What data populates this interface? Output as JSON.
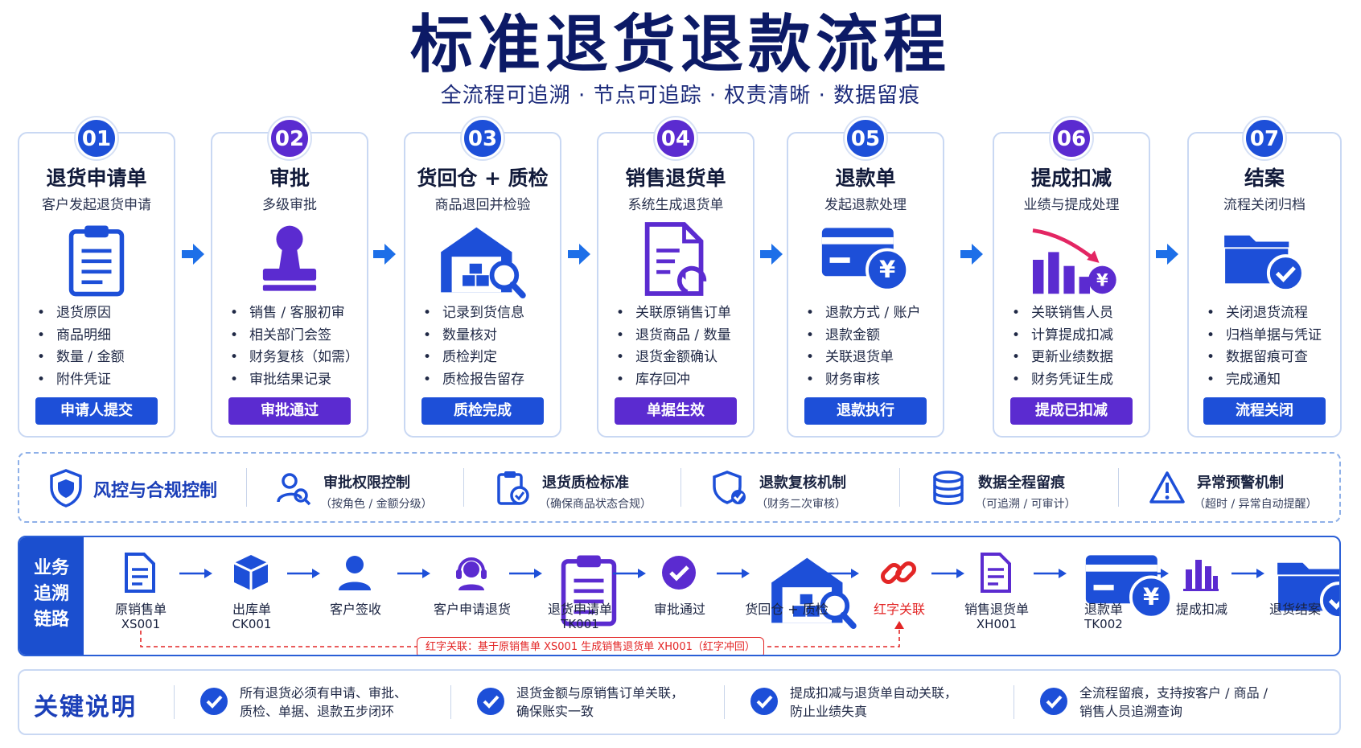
{
  "header": {
    "title": "标准退货退款流程",
    "subtitle": "全流程可追溯 · 节点可追踪 · 权责清晰 · 数据留痕"
  },
  "colors": {
    "blue": "#1d4fd8",
    "purple": "#5b2bd0",
    "navy": "#0c1a66",
    "red": "#e32626",
    "arrow": "#1d6fe8"
  },
  "steps": [
    {
      "num": "01",
      "title": "退货申请单",
      "subtitle": "客户发起退货申请",
      "icon": "clipboard-icon",
      "color": "blue",
      "bullets": [
        "退货原因",
        "商品明细",
        "数量 / 金额",
        "附件凭证"
      ],
      "action": "申请人提交"
    },
    {
      "num": "02",
      "title": "审批",
      "subtitle": "多级审批",
      "icon": "stamp-icon",
      "color": "purple",
      "bullets": [
        "销售 / 客服初审",
        "相关部门会签",
        "财务复核（如需）",
        "审批结果记录"
      ],
      "action": "审批通过"
    },
    {
      "num": "03",
      "title": "货回仓 + 质检",
      "subtitle": "商品退回并检验",
      "icon": "warehouse-icon",
      "color": "blue",
      "bullets": [
        "记录到货信息",
        "数量核对",
        "质检判定",
        "质检报告留存"
      ],
      "action": "质检完成"
    },
    {
      "num": "04",
      "title": "销售退货单",
      "subtitle": "系统生成退货单",
      "icon": "return-document-icon",
      "color": "purple",
      "bullets": [
        "关联原销售订单",
        "退货商品 / 数量",
        "退货金额确认",
        "库存回冲"
      ],
      "action": "单据生效"
    },
    {
      "num": "05",
      "title": "退款单",
      "subtitle": "发起退款处理",
      "icon": "card-refund-icon",
      "color": "blue",
      "bullets": [
        "退款方式 / 账户",
        "退款金额",
        "关联退货单",
        "财务审核"
      ],
      "action": "退款执行"
    },
    {
      "num": "06",
      "title": "提成扣减",
      "subtitle": "业绩与提成处理",
      "icon": "commission-chart-icon",
      "color": "purple",
      "bullets": [
        "关联销售人员",
        "计算提成扣减",
        "更新业绩数据",
        "财务凭证生成"
      ],
      "action": "提成已扣减"
    },
    {
      "num": "07",
      "title": "结案",
      "subtitle": "流程关闭归档",
      "icon": "folder-check-icon",
      "color": "blue",
      "bullets": [
        "关闭退货流程",
        "归档单据与凭证",
        "数据留痕可查",
        "完成通知"
      ],
      "action": "流程关闭"
    }
  ],
  "controls": {
    "title": "风控与合规控制",
    "items": [
      {
        "title": "审批权限控制",
        "sub": "（按角色 / 金额分级）",
        "icon": "user-search-icon"
      },
      {
        "title": "退货质检标准",
        "sub": "（确保商品状态合规）",
        "icon": "clipboard-check-icon"
      },
      {
        "title": "退款复核机制",
        "sub": "（财务二次审核）",
        "icon": "shield-check-icon"
      },
      {
        "title": "数据全程留痕",
        "sub": "（可追溯 / 可审计）",
        "icon": "database-icon"
      },
      {
        "title": "异常预警机制",
        "sub": "（超时 / 异常自动提醒）",
        "icon": "warning-icon"
      }
    ]
  },
  "trace": {
    "label": [
      "业务",
      "追溯",
      "链路"
    ],
    "nodes": [
      {
        "label": "原销售单",
        "code": "XS001",
        "icon": "document-icon"
      },
      {
        "label": "出库单",
        "code": "CK001",
        "icon": "package-icon"
      },
      {
        "label": "客户签收",
        "code": "",
        "icon": "user-icon"
      },
      {
        "label": "客户申请退货",
        "code": "",
        "icon": "headset-icon"
      },
      {
        "label": "退货申请单",
        "code": "TK001",
        "icon": "clipboard-icon"
      },
      {
        "label": "审批通过",
        "code": "",
        "icon": "check-circle-icon"
      },
      {
        "label": "货回仓 + 质检",
        "code": "",
        "icon": "warehouse-icon"
      },
      {
        "label": "红字关联",
        "code": "",
        "icon": "link-icon"
      },
      {
        "label": "销售退货单",
        "code": "XH001",
        "icon": "document-icon"
      },
      {
        "label": "退款单",
        "code": "TK002",
        "icon": "card-refund-icon"
      },
      {
        "label": "提成扣减",
        "code": "",
        "icon": "bar-chart-icon"
      },
      {
        "label": "退货结案",
        "code": "",
        "icon": "folder-check-icon"
      }
    ],
    "note": "红字关联：基于原销售单 XS001 生成销售退货单 XH001（红字冲回）"
  },
  "notes": {
    "title": "关键说明",
    "items": [
      {
        "line1": "所有退货必须有申请、审批、",
        "line2": "质检、单据、退款五步闭环"
      },
      {
        "line1": "退货金额与原销售订单关联，",
        "line2": "确保账实一致"
      },
      {
        "line1": "提成扣减与退货单自动关联，",
        "line2": "防止业绩失真"
      },
      {
        "line1": "全流程留痕，支持按客户 / 商品 /",
        "line2": "销售人员追溯查询"
      }
    ]
  }
}
